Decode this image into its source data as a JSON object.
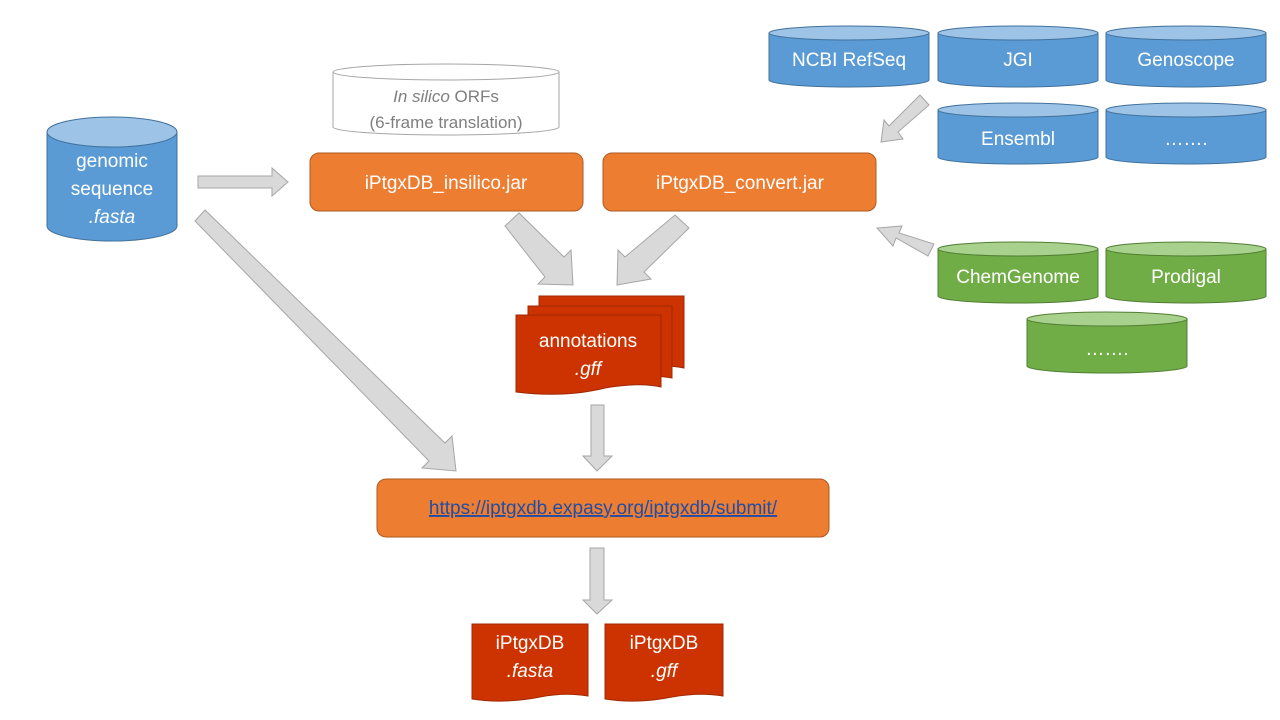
{
  "colors": {
    "db_blue": "#5b9bd5",
    "db_blue_top": "#9dc3e6",
    "db_blue_stroke": "#41719c",
    "db_green": "#70ad47",
    "db_green_top": "#a9d18e",
    "db_green_stroke": "#507e32",
    "tool_orange": "#ed7d31",
    "tool_orange_stroke": "#ae5a21",
    "doc_red": "#cc3300",
    "doc_red_stroke": "#a12800",
    "arrow_fill": "#d9d9d9",
    "arrow_stroke": "#a6a6a6",
    "link_blue": "#1f4ea8",
    "ghost_stroke": "#a6a6a6",
    "ghost_text": "#7f7f7f"
  },
  "input": {
    "genomic_sequence": {
      "line1": "genomic",
      "line2": "sequence",
      "line3": ".fasta"
    }
  },
  "insilico_db": {
    "line1_italic": "In silico",
    "line1_rest": " ORFs",
    "line2": "(6-frame translation)"
  },
  "tools": {
    "insilico": "iPtgxDB_insilico.jar",
    "convert": "iPtgxDB_convert.jar"
  },
  "reference_dbs": [
    {
      "label": "NCBI RefSeq"
    },
    {
      "label": "JGI"
    },
    {
      "label": "Genoscope"
    },
    {
      "label": "Ensembl"
    },
    {
      "label": "……."
    }
  ],
  "prediction_dbs": [
    {
      "label": "ChemGenome"
    },
    {
      "label": "Prodigal"
    },
    {
      "label": "……."
    }
  ],
  "annotations": {
    "line1": "annotations",
    "line2": ".gff"
  },
  "submit": {
    "url": "https://iptgxdb.expasy.org/iptgxdb/submit/"
  },
  "outputs": [
    {
      "line1": "iPtgxDB",
      "line2": ".fasta"
    },
    {
      "line1": "iPtgxDB",
      "line2": ".gff"
    }
  ]
}
